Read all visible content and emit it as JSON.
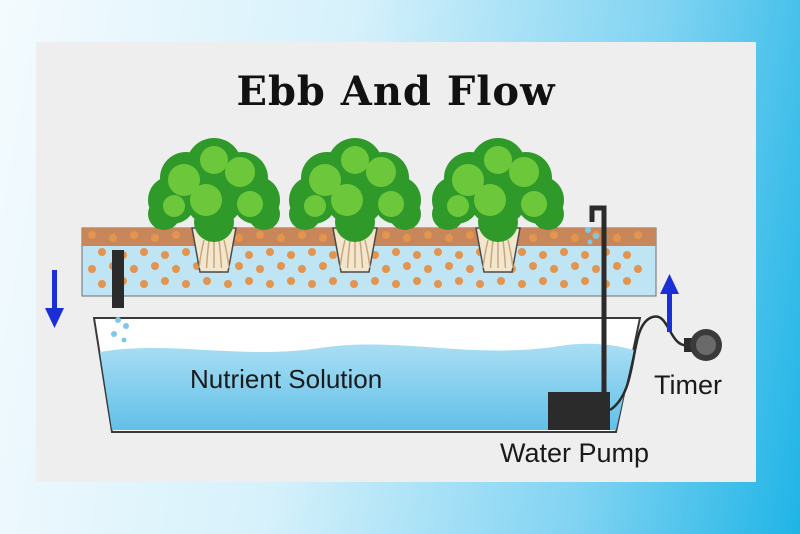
{
  "diagram": {
    "title": "Ebb And Flow",
    "labels": {
      "nutrient_solution": "Nutrient Solution",
      "timer": "Timer",
      "water_pump": "Water Pump"
    },
    "plant_count": 3,
    "colors": {
      "background": "#eeeeee",
      "water": "#8fd3ef",
      "water_dark": "#5ebde6",
      "soil": "#c8875a",
      "pellet": "#e3944e",
      "leaf_dark": "#2f9a2a",
      "leaf_light": "#6cc83a",
      "pump": "#2b2b2b",
      "arrow": "#1a2fd6"
    }
  }
}
